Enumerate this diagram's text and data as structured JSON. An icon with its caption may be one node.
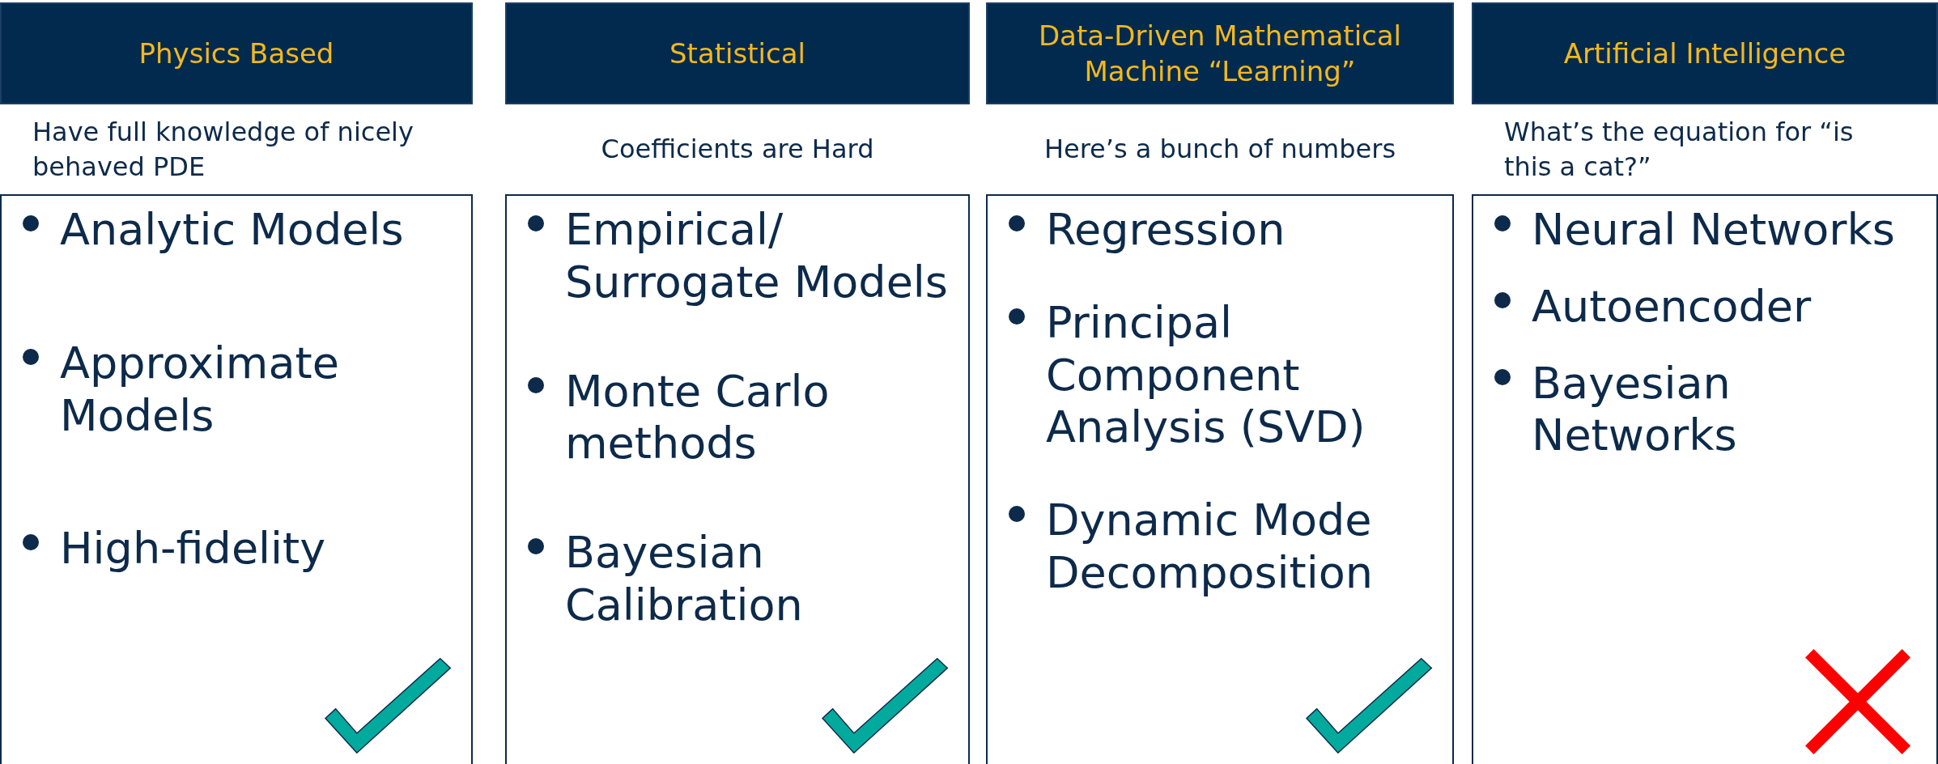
{
  "diagram": {
    "nodes": [
      {
        "text": [
          "Physics Based"
        ]
      },
      {
        "text": [
          "Statistical"
        ]
      },
      {
        "text": [
          "Data-Driven Mathematical Machine “Learning”"
        ]
      },
      {
        "text": [
          "Artificial Intelligence"
        ]
      },
      {
        "text": [
          "Have full knowledge of nicely behaved PDE",
          "Analytic Models",
          "Approximate Models",
          "High-fidelity"
        ]
      },
      {
        "text": [
          "Coefficients are Hard",
          "Empirical/ Surrogate Models",
          "Monte Carlo methods",
          "Bayesian Calibration"
        ]
      },
      {
        "text": [
          "Here’s a bunch of numbers",
          "Regression",
          "Principal Component Analysis (SVD)",
          "Dynamic Mode Decomposition"
        ]
      },
      {
        "text": [
          "What’s the equation for “is this a cat?”",
          "Neural Networks",
          "Autoencoder",
          "Bayesian Networks"
        ]
      }
    ],
    "edges": []
  }
}
